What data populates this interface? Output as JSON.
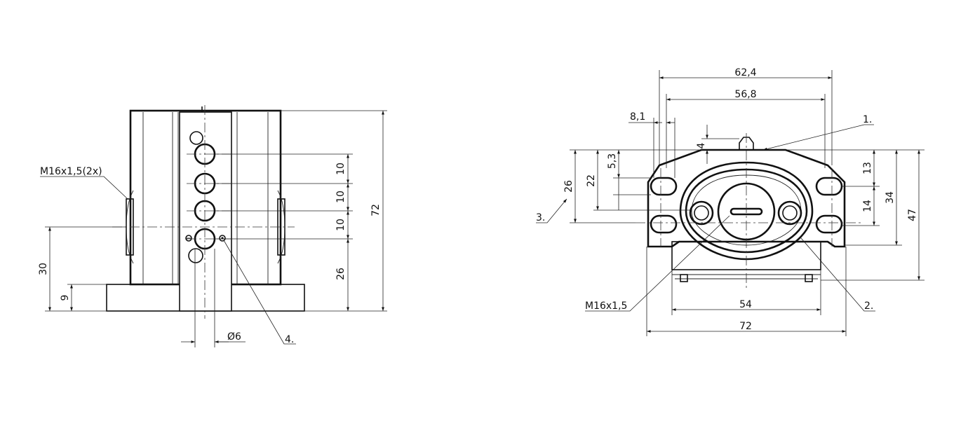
{
  "left_view": {
    "thread_label": "M16x1,5(2x)",
    "dim_spacing_1": "10",
    "dim_spacing_2": "10",
    "dim_spacing_3": "10",
    "dim_bottom_hole": "26",
    "dim_total_height": "72",
    "dim_axis_height": "30",
    "dim_base_height": "9",
    "dim_diameter": "Ø6",
    "callout_4": "4."
  },
  "right_view": {
    "dim_width_outer": "62,4",
    "dim_width_inner": "56,8",
    "dim_8_1": "8,1",
    "dim_4": "4",
    "dim_5_3": "5,3",
    "dim_22": "22",
    "dim_26": "26",
    "dim_13": "13",
    "dim_14": "14",
    "dim_34": "34",
    "dim_47": "47",
    "dim_54": "54",
    "dim_72": "72",
    "thread_label": "M16x1,5",
    "callout_1": "1.",
    "callout_2": "2.",
    "callout_3": "3."
  },
  "colors": {
    "line": "#111111",
    "background": "#ffffff"
  }
}
